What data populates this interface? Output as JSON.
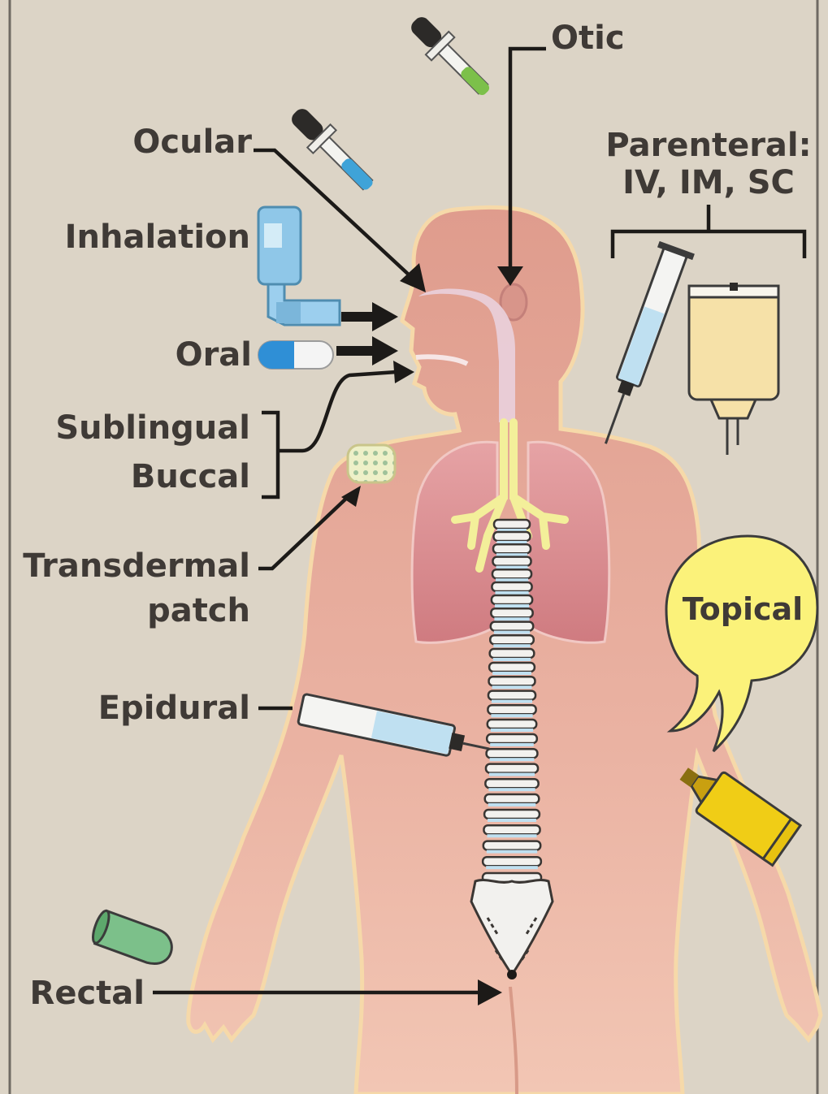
{
  "colors": {
    "background": "#dcd4c6",
    "skin": "#e8a898",
    "skin_outline": "#f6d9a9",
    "lungs": "#d98a8e",
    "trachea": "#e9cfd9",
    "bronchi": "#f3ef9a",
    "spine": "#f2f1ee",
    "topical_bubble": "#fbf27a",
    "iv_bag": "#f6e1a8",
    "syringe_fluid": "#bfe0f1",
    "tube": "#f0cd16",
    "suppository": "#7cc08a",
    "label_text": "#3f3a36"
  },
  "labels": {
    "otic": "Otic",
    "ocular": "Ocular",
    "parenteral_line1": "Parenteral:",
    "parenteral_line2": "IV, IM, SC",
    "inhalation": "Inhalation",
    "oral": "Oral",
    "sublingual": "Sublingual",
    "buccal": "Buccal",
    "transdermal_line1": "Transdermal",
    "transdermal_line2": "patch",
    "topical": "Topical",
    "epidural": "Epidural",
    "rectal": "Rectal"
  },
  "icons": [
    "ear-dropper-icon",
    "eye-dropper-icon",
    "inhaler-icon",
    "capsule-icon",
    "syringe-icon",
    "iv-bag-icon",
    "transdermal-patch-icon",
    "epidural-syringe-icon",
    "ointment-tube-icon",
    "suppository-icon"
  ]
}
